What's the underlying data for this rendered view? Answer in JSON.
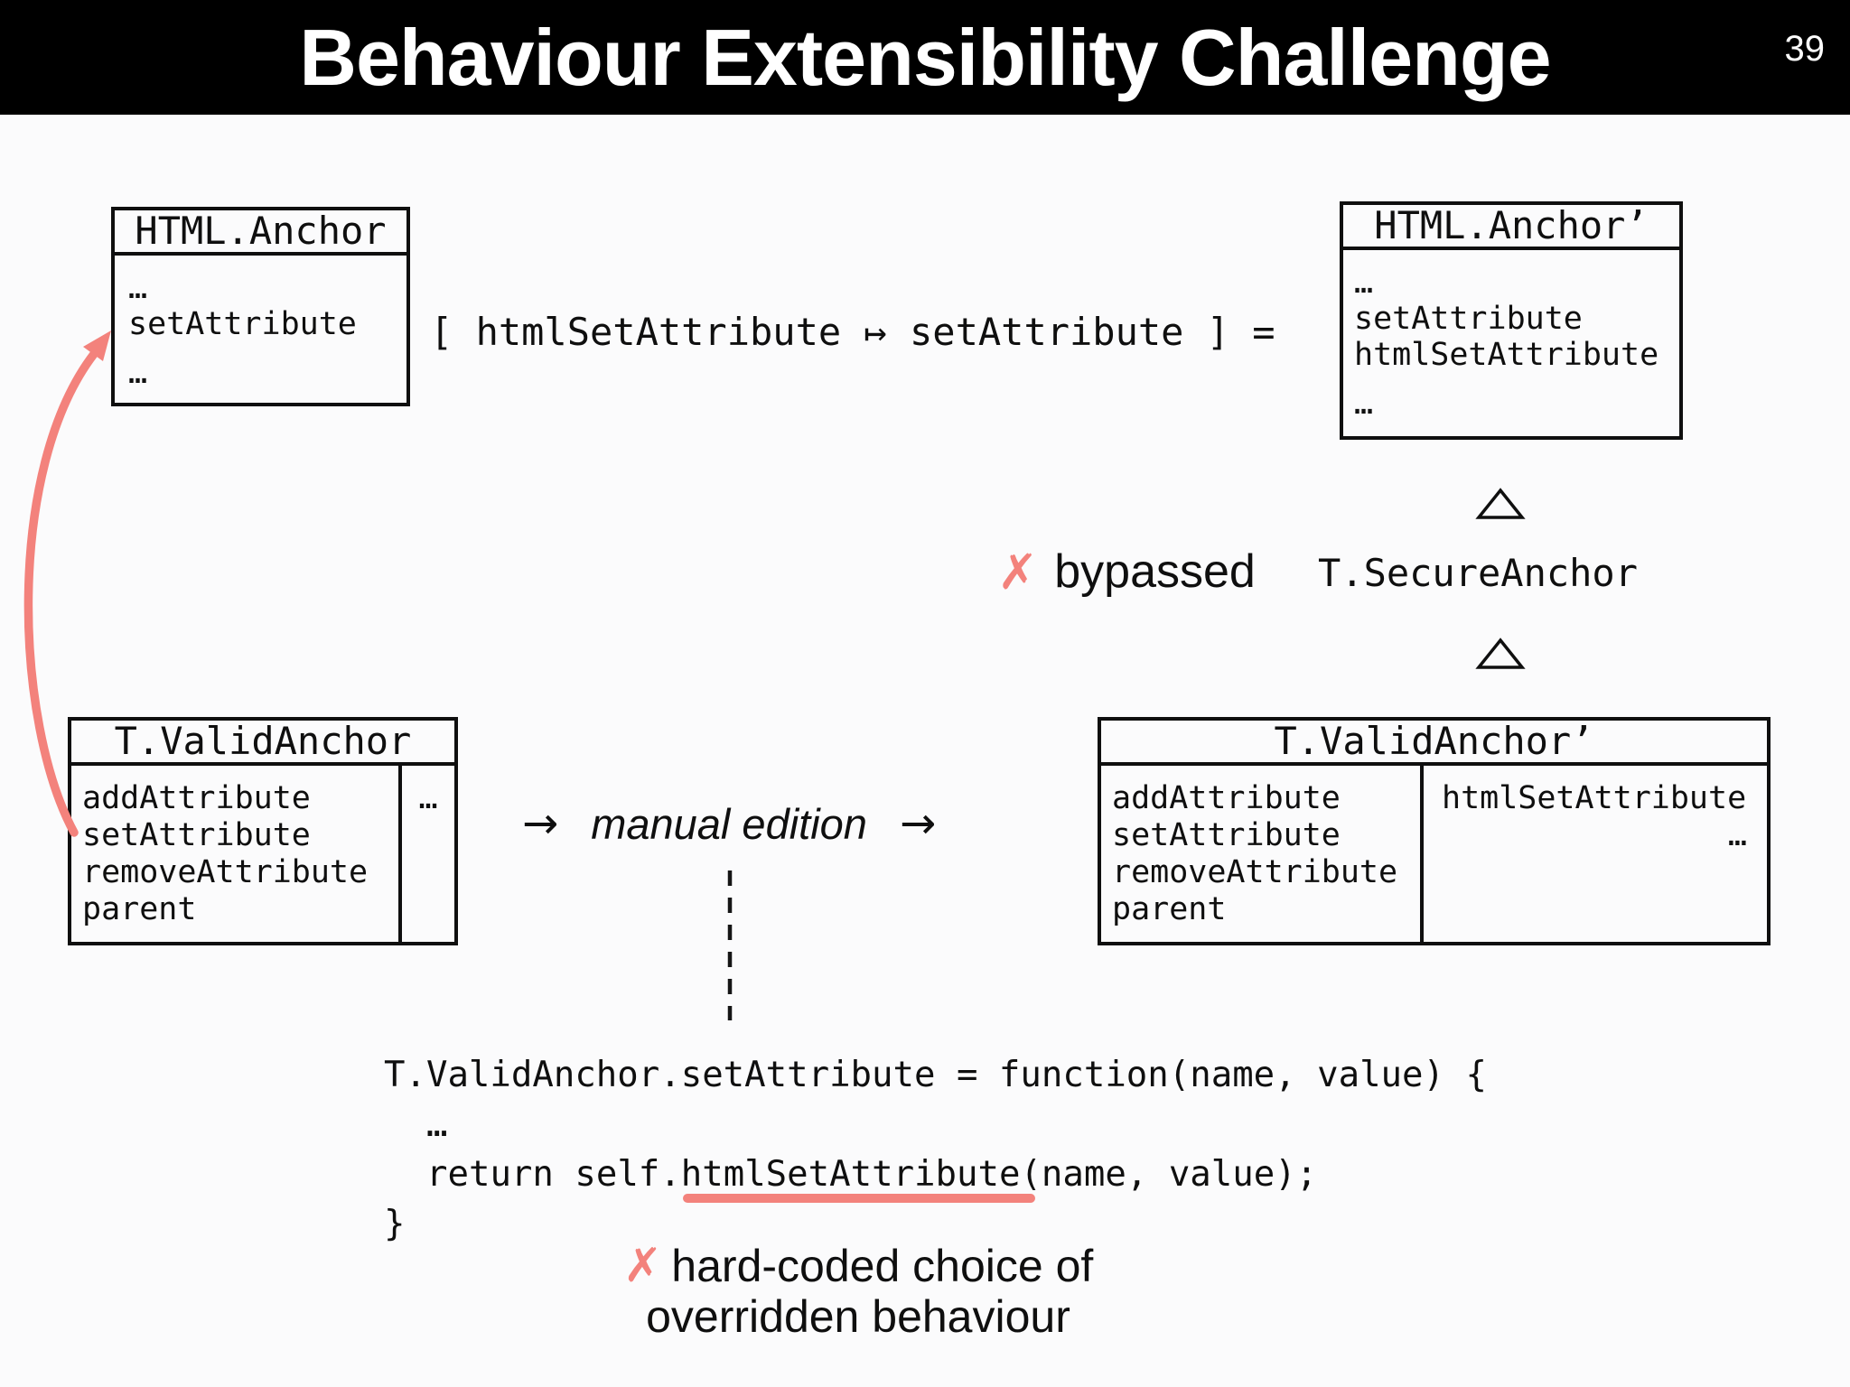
{
  "slide": {
    "title": "Behaviour Extensibility Challenge",
    "page_number": "39"
  },
  "colors": {
    "accent": "#f3827c",
    "bar": "#000000",
    "ink": "#0f0f0f"
  },
  "boxes": {
    "html_anchor": {
      "title": "HTML.Anchor",
      "rows": [
        "…",
        "setAttribute",
        "…"
      ]
    },
    "html_anchor_prime": {
      "title": "HTML.Anchor’",
      "rows": [
        "…",
        "setAttribute",
        "htmlSetAttribute",
        "…"
      ]
    },
    "t_valid_anchor": {
      "title": "T.ValidAnchor",
      "left_rows": [
        "addAttribute",
        "setAttribute",
        "removeAttribute",
        "parent"
      ],
      "right_rows": [
        "…"
      ]
    },
    "t_valid_anchor_prime": {
      "title": "T.ValidAnchor’",
      "left_rows": [
        "addAttribute",
        "setAttribute",
        "removeAttribute",
        "parent"
      ],
      "right_row_1": "htmlSetAttribute",
      "right_row_2": "…"
    }
  },
  "rename_expression": "[ htmlSetAttribute ↦ setAttribute ] =",
  "hierarchy": {
    "cross": "✗",
    "bypassed_label": "bypassed",
    "class_name": "T.SecureAnchor"
  },
  "transformation": {
    "arrow_left": "→",
    "label": "manual edition",
    "arrow_right": "→"
  },
  "code": {
    "line1": "T.ValidAnchor.setAttribute = function(name, value) {",
    "line2": "…",
    "line3_prefix": "return self.",
    "line3_highlight": "htmlSetAttribute",
    "line3_suffix": "(name, value);",
    "line4": "}"
  },
  "annotation": {
    "cross": "✗",
    "line1": "hard-coded choice of",
    "line2": "overridden behaviour"
  }
}
